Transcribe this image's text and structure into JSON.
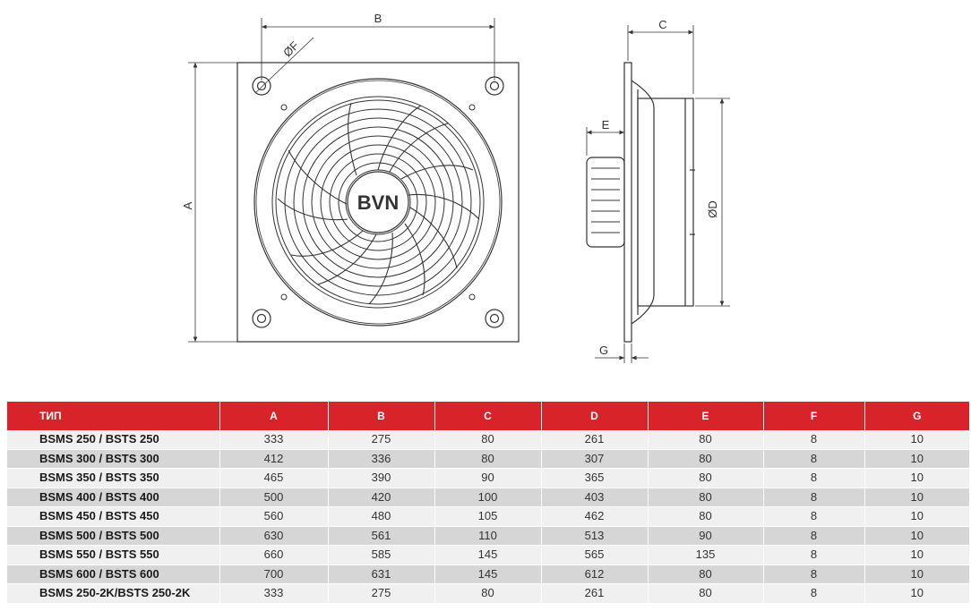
{
  "drawing": {
    "front_view": {
      "dim_a": "A",
      "dim_b": "B",
      "dim_f": "ØF",
      "logo": "BVN"
    },
    "side_view": {
      "dim_c": "C",
      "dim_d": "ØD",
      "dim_e": "E",
      "dim_g": "G"
    }
  },
  "table": {
    "header": {
      "type": "ТИП",
      "a": "A",
      "b": "B",
      "c": "C",
      "d": "D",
      "e": "E",
      "f": "F",
      "g": "G"
    },
    "rows": [
      {
        "type": "BSMS 250 / BSTS 250",
        "a": "333",
        "b": "275",
        "c": "80",
        "d": "261",
        "e": "80",
        "f": "8",
        "g": "10"
      },
      {
        "type": "BSMS 300 / BSTS 300",
        "a": "412",
        "b": "336",
        "c": "80",
        "d": "307",
        "e": "80",
        "f": "8",
        "g": "10"
      },
      {
        "type": "BSMS 350 / BSTS 350",
        "a": "465",
        "b": "390",
        "c": "90",
        "d": "365",
        "e": "80",
        "f": "8",
        "g": "10"
      },
      {
        "type": "BSMS 400 / BSTS 400",
        "a": "500",
        "b": "420",
        "c": "100",
        "d": "403",
        "e": "80",
        "f": "8",
        "g": "10"
      },
      {
        "type": "BSMS 450 / BSTS 450",
        "a": "560",
        "b": "480",
        "c": "105",
        "d": "462",
        "e": "80",
        "f": "8",
        "g": "10"
      },
      {
        "type": "BSMS 500 / BSTS 500",
        "a": "630",
        "b": "561",
        "c": "110",
        "d": "513",
        "e": "90",
        "f": "8",
        "g": "10"
      },
      {
        "type": "BSMS 550 / BSTS 550",
        "a": "660",
        "b": "585",
        "c": "145",
        "d": "565",
        "e": "135",
        "f": "8",
        "g": "10"
      },
      {
        "type": "BSMS 600 / BSTS 600",
        "a": "700",
        "b": "631",
        "c": "145",
        "d": "612",
        "e": "80",
        "f": "8",
        "g": "10"
      },
      {
        "type": "BSMS 250-2K/BSTS 250-2K",
        "a": "333",
        "b": "275",
        "c": "80",
        "d": "261",
        "e": "80",
        "f": "8",
        "g": "10"
      }
    ]
  },
  "colors": {
    "header_bg": "#d8232a",
    "row_light": "#f0f0f0",
    "row_dark": "#d6d6d6",
    "line": "#333333"
  }
}
